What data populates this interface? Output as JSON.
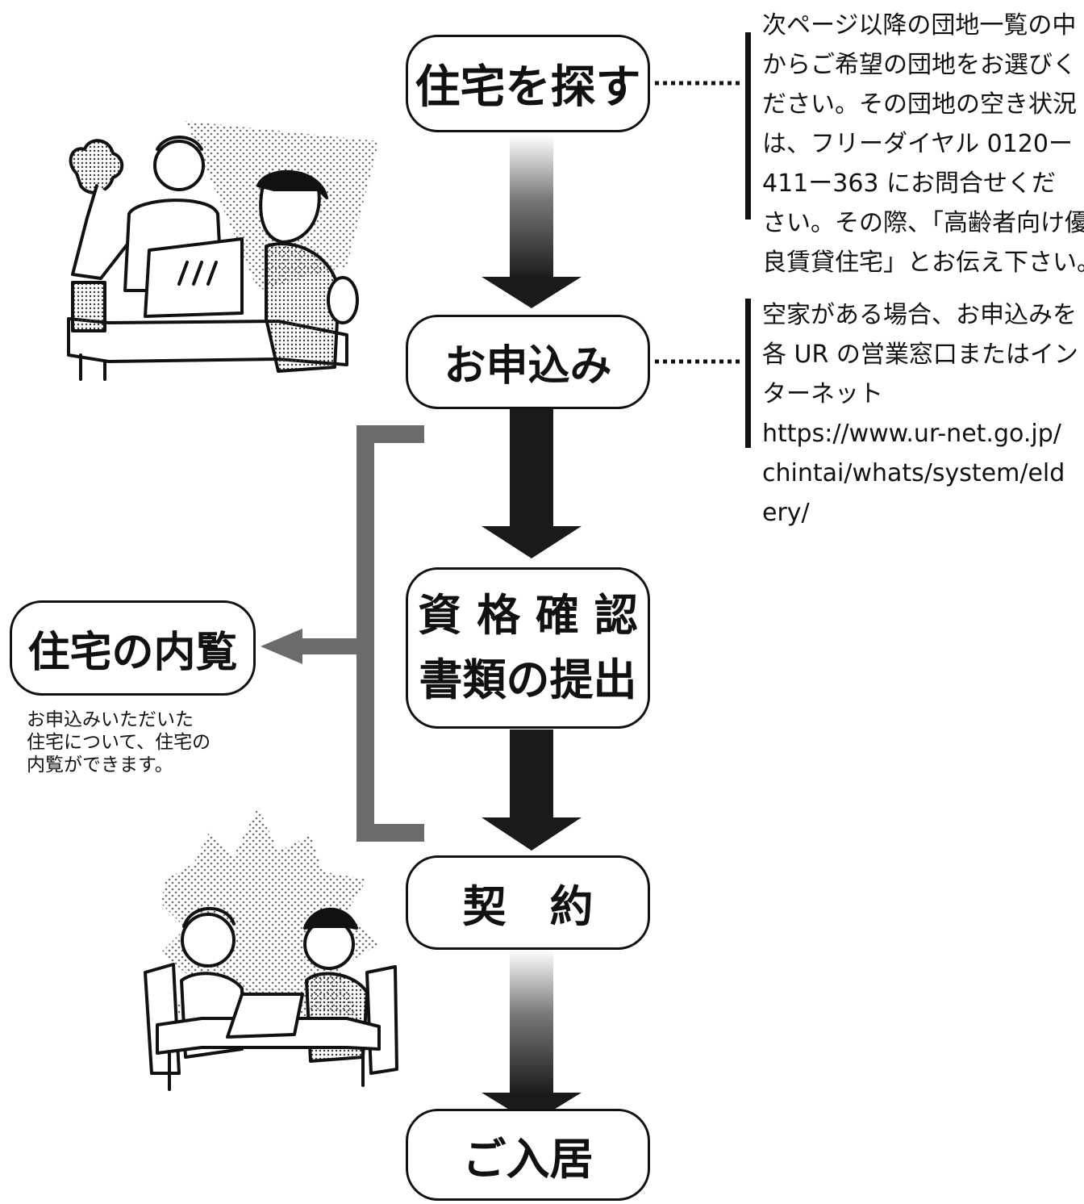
{
  "steps": {
    "search": "住宅を探す",
    "apply": "お申込み",
    "docs_line1": "資 格 確 認",
    "docs_line2": "書類の提出",
    "contract": "契　約",
    "move_in": "ご入居"
  },
  "side_step": {
    "title": "住宅の内覧",
    "caption_lines": [
      "お申込みいただいた",
      "住宅について、住宅の",
      "内覧ができます。"
    ]
  },
  "notes": {
    "search": [
      "次ページ以降の団地一覧の中",
      "からご希望の団地をお選びく",
      "ださい。その団地の空き状況",
      "は、フリーダイヤル 0120ー",
      "411ー363 にお問合せくだ",
      "さい。その際、「高齢者向け優",
      "良賃貸住宅」とお伝え下さい。"
    ],
    "apply": [
      "空家がある場合、お申込みを",
      "各 UR の営業窓口またはイン",
      "ターネット",
      "https://www.ur-net.go.jp/",
      "chintai/whats/system/eld",
      "ery/"
    ]
  },
  "colors": {
    "arrow_dark": "#1a1a1a",
    "bracket_gray": "#6b6b6b",
    "box_border": "#111111"
  }
}
